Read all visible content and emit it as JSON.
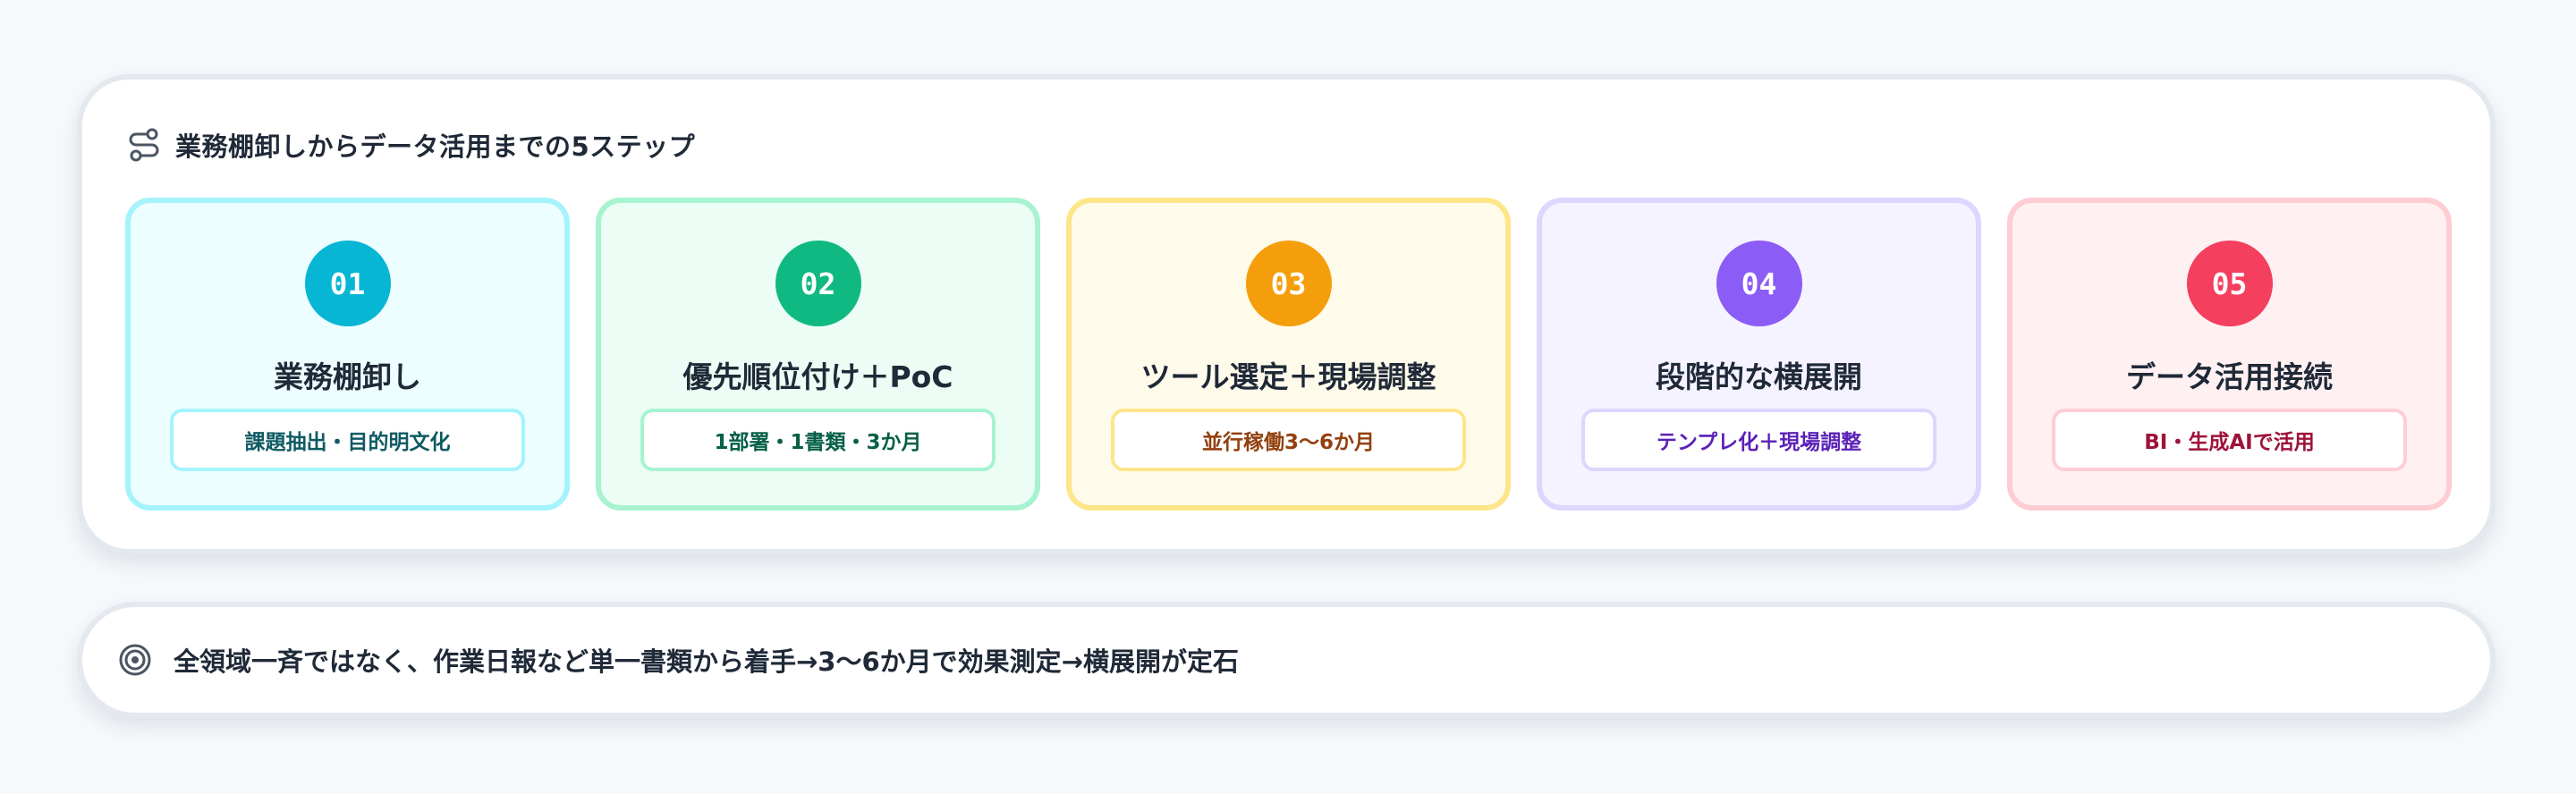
{
  "panel": {
    "title": "業務棚卸しからデータ活用までの5ステップ",
    "icon": "route-icon"
  },
  "steps": [
    {
      "number": "01",
      "title": "業務棚卸し",
      "tag": "課題抽出・目的明文化",
      "colors": {
        "accent": "#06b6d4",
        "bg": "#ecfeff",
        "border": "#a5f3fc",
        "tag_border": "#a5f3fc",
        "tag_text": "#0e5a63"
      }
    },
    {
      "number": "02",
      "title": "優先順位付け＋PoC",
      "tag": "1部署・1書類・3か月",
      "colors": {
        "accent": "#10b981",
        "bg": "#ecfdf5",
        "border": "#a7f3d0",
        "tag_border": "#a7f3d0",
        "tag_text": "#065f46"
      }
    },
    {
      "number": "03",
      "title": "ツール選定＋現場調整",
      "tag": "並行稼働3〜6か月",
      "colors": {
        "accent": "#f59e0b",
        "bg": "#fffbeb",
        "border": "#fde68a",
        "tag_border": "#fde68a",
        "tag_text": "#92400e"
      }
    },
    {
      "number": "04",
      "title": "段階的な横展開",
      "tag": "テンプレ化＋現場調整",
      "colors": {
        "accent": "#8b5cf6",
        "bg": "#f5f3ff",
        "border": "#ddd6fe",
        "tag_border": "#ddd6fe",
        "tag_text": "#5b21b6"
      }
    },
    {
      "number": "05",
      "title": "データ活用接続",
      "tag": "BI・生成AIで活用",
      "colors": {
        "accent": "#f43f5e",
        "bg": "#fff1f2",
        "border": "#fecdd3",
        "tag_border": "#fecdd3",
        "tag_text": "#9f1239"
      }
    }
  ],
  "footer": {
    "text": "全領域一斉ではなく、作業日報など単一書類から着手→3〜6か月で効果測定→横展開が定石",
    "icon": "target-icon"
  }
}
